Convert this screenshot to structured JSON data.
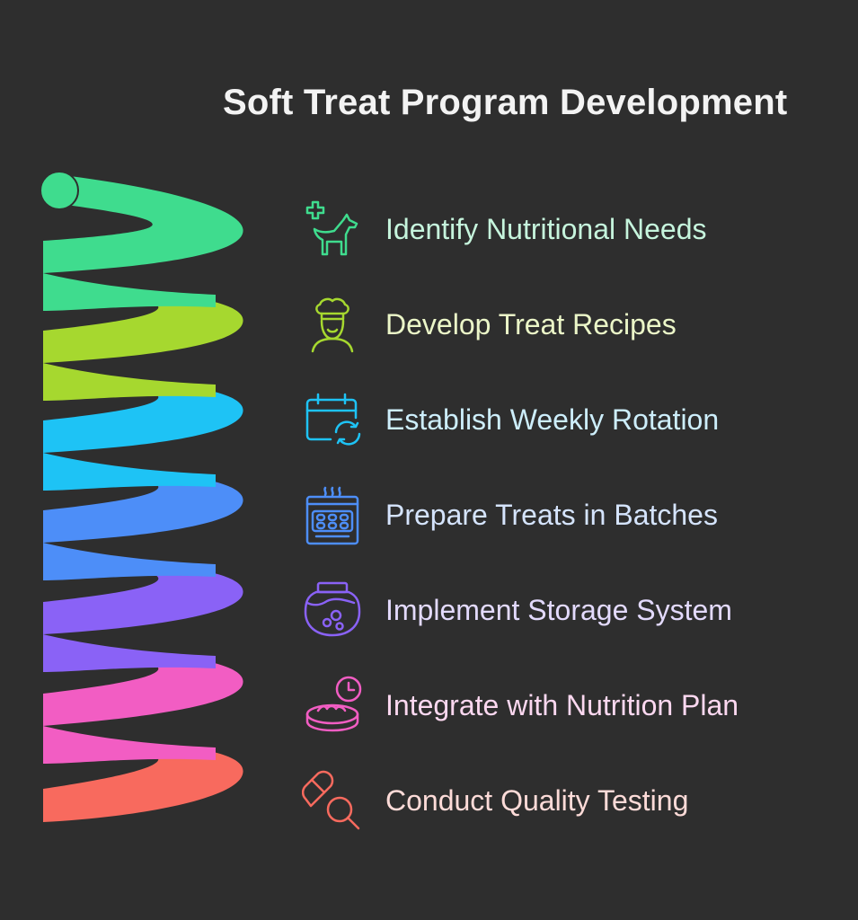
{
  "title": "Soft Treat Program Development",
  "steps": [
    {
      "label": "Identify Nutritional Needs",
      "icon": "dog-health-icon",
      "color": "#3fdc8e",
      "text_color": "#c6f5dd"
    },
    {
      "label": "Develop Treat Recipes",
      "icon": "chef-icon",
      "color": "#a6d82f",
      "text_color": "#ebf6c8"
    },
    {
      "label": "Establish Weekly Rotation",
      "icon": "calendar-rotation-icon",
      "color": "#1ec3f5",
      "text_color": "#cdeefb"
    },
    {
      "label": "Prepare Treats in Batches",
      "icon": "oven-tray-icon",
      "color": "#4d8ef8",
      "text_color": "#d5e4fd"
    },
    {
      "label": "Implement Storage System",
      "icon": "jar-icon",
      "color": "#8a62f6",
      "text_color": "#e3dafd"
    },
    {
      "label": "Integrate with Nutrition Plan",
      "icon": "food-bowl-clock-icon",
      "color": "#f25dc3",
      "text_color": "#fcd8f0"
    },
    {
      "label": "Conduct Quality Testing",
      "icon": "capsule-magnifier-icon",
      "color": "#f86a5e",
      "text_color": "#fddbd8"
    }
  ]
}
